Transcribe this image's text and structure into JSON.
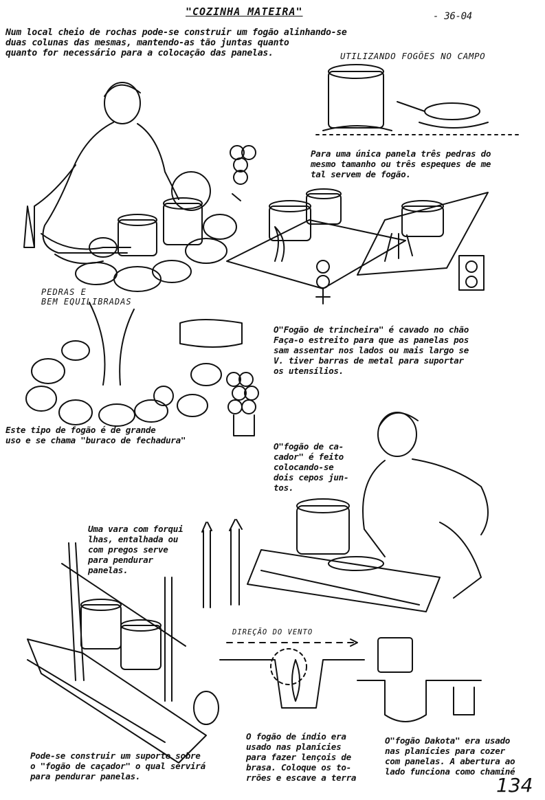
{
  "header": {
    "title": "\"COZINHA MATEIRA\"",
    "page_code": "- 36-04"
  },
  "intro": {
    "text": "Num local cheio de rochas pode-se construir um fogão alinhando-se\nduas colunas das mesmas, mantendo-as tão juntas quanto\nquanto for necessário para a colocação das panelas."
  },
  "section_heading": "UTILIZANDO FOGÕES NO CAMPO",
  "captions": {
    "single_pot": "Para uma única panela três pedras do\nmesmo tamanho ou três espeques de me\ntal servem de fogão.",
    "stones_label": "PEDRAS E\nBEM EQUILIBRADAS",
    "trench_stove": "O\"Fogão de trincheira\" é cavado no chão\nFaça-o estreito para que as panelas pos\nsam assentar nos lados ou mais largo se\nV. tiver barras de metal para suportar\nos utensílios.",
    "keyhole_stove": "Este tipo de fogão é de grande\nuso e se chama \"buraco de fechadura\"",
    "hunter_stove": "O\"fogão de ca-\ncador\" é feito\ncolocando-se\ndois cepos jun-\ntos.",
    "forked_stick": "Uma vara com forqui\nlhas, entalhada ou\ncom pregos serve\npara pendurar\npanelas.",
    "wind_label": "DIREÇÃO DO VENTO",
    "support_note": "Pode-se construir um suporte sobre\no \"fogão de caçador\" o qual servirá\npara pendurar panelas.",
    "indian_stove": "O fogão de índio era\nusado nas planícies\npara fazer lençois de\nbrasa. Coloque os to-\nrrões e escave a terra",
    "dakota_stove": "O\"fogão Dakota\" era usado\nnas planícies para cozer\ncom panelas. A abertura ao\nlado funciona como chaminé"
  },
  "page_number": "134",
  "colors": {
    "ink": "#111111",
    "paper": "#ffffff"
  }
}
